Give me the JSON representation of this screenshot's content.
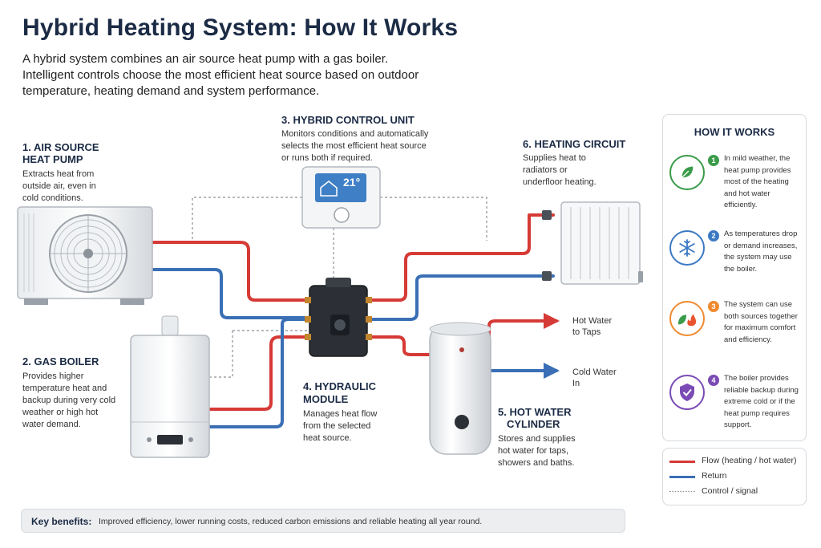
{
  "title": "Hybrid Heating System: How It Works",
  "intro": "A hybrid system combines an air source heat pump with a gas boiler. Intelligent controls choose the most efficient heat source based on outdoor temperature, heating demand and system performance.",
  "components": {
    "heat_pump": {
      "label_line1": "1. AIR SOURCE",
      "label_line2": "HEAT PUMP",
      "desc": "Extracts heat from outside air, even in cold conditions."
    },
    "gas_boiler": {
      "label": "2. GAS BOILER",
      "desc": "Provides higher temperature heat and backup during very cold weather or high hot water demand."
    },
    "control_unit": {
      "label": "3. HYBRID CONTROL UNIT",
      "desc": "Monitors conditions and automatically selects the most efficient heat source or runs both if required.",
      "display_temp": "21°"
    },
    "hydraulic_module": {
      "label_line1": "4. HYDRAULIC",
      "label_line2": "MODULE",
      "desc": "Manages heat flow from the selected heat source."
    },
    "hot_water_cylinder": {
      "label_line1": "5. HOT WATER",
      "label_line2": "CYLINDER",
      "desc": "Stores and supplies hot water for taps, showers and baths."
    },
    "heating_circuit": {
      "label": "6. HEATING CIRCUIT",
      "desc": "Supplies heat to radiators or underfloor heating."
    }
  },
  "taps": {
    "hot_line1": "Hot Water",
    "hot_line2": "to Taps",
    "cold_line1": "Cold Water",
    "cold_line2": "In"
  },
  "how_it_works": {
    "title": "HOW IT WORKS",
    "items": [
      {
        "num": "1",
        "icon": "leaf-icon",
        "color": "#3a9b4a",
        "text": "In mild weather, the heat pump provides most of the heating and hot water efficiently."
      },
      {
        "num": "2",
        "icon": "snowflake-icon",
        "color": "#3b79c3",
        "text": "As temperatures drop or demand increases, the system may use the boiler."
      },
      {
        "num": "3",
        "icon": "leaf-flame-icon",
        "color": "#ef8a2f",
        "text": "The system can use both sources together for maximum comfort and efficiency."
      },
      {
        "num": "4",
        "icon": "shield-check-icon",
        "color": "#7a4bb5",
        "text": "The boiler provides reliable backup during extreme cold or if the heat pump requires support."
      }
    ]
  },
  "legend": {
    "flow": "Flow (heating / hot water)",
    "return": "Return",
    "control": "Control / signal"
  },
  "key_benefits": {
    "label": "Key benefits:",
    "text": "Improved efficiency, lower running costs, reduced carbon emissions and reliable heating all year round."
  },
  "colors": {
    "flow": "#d63a36",
    "return": "#3a6fb5",
    "control": "#8a8f96",
    "title": "#1b2b45"
  }
}
